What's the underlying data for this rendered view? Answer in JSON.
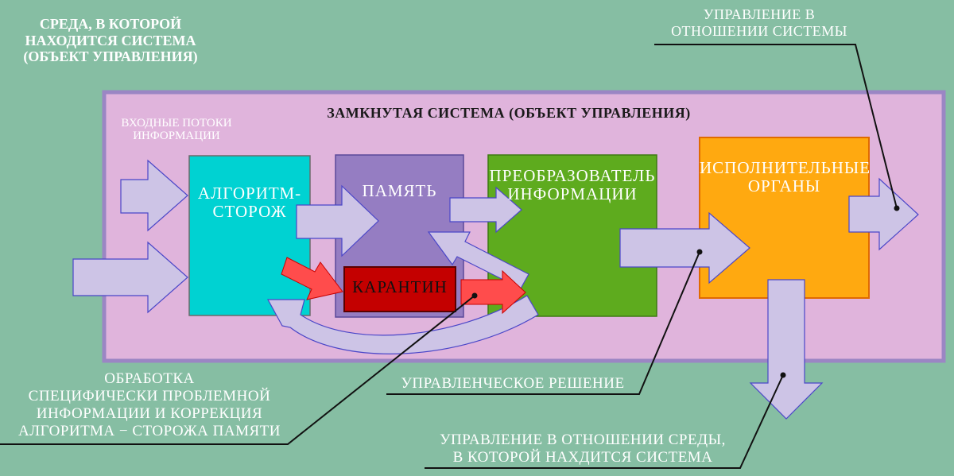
{
  "colors": {
    "background": "#86bea3",
    "system_fill": "#e0b4dc",
    "system_border": "#9b86c4",
    "guard_fill": "#00d2d2",
    "memory_fill": "#957dc2",
    "converter_fill": "#5eab1e",
    "executive_fill": "#ffa910",
    "quarantine_fill": "#c40000",
    "arrow_fill": "#cdc4e6",
    "arrow_stroke": "#4a46c8",
    "red_arrow_fill": "#ff4c4c"
  },
  "environment_label": "СРЕДА, В КОТОРОЙ\nНАХОДИТСЯ СИСТЕМА\n(ОБЪЕКТ УПРАВЛЕНИЯ)",
  "system_label": "ЗАМКНУТАЯ СИСТЕМА (ОБЪЕКТ УПРАВЛЕНИЯ)",
  "input_flows_label": "ВХОДНЫЕ ПОТОКИ\nИНФОРМАЦИИ",
  "blocks": {
    "guard": "АЛГОРИТМ-\nСТОРОЖ",
    "memory": "ПАМЯТЬ",
    "converter": "ПРЕОБРАЗОВАТЕЛЬ\nИНФОРМАЦИИ",
    "executive": "ИСПОЛНИТЕЛЬНЫЕ\nОРГАНЫ",
    "quarantine": "КАРАНТИН"
  },
  "callouts": {
    "control_system": "УПРАВЛЕНИЕ В\nОТНОШЕНИИ СИСТЕМЫ",
    "processing": "ОБРАБОТКА\nСПЕЦИФИЧЕСКИ ПРОБЛЕМНОЙ\nИНФОРМАЦИИ И КОРРЕКЦИЯ\nАЛГОРИТМА − СТОРОЖА ПАМЯТИ",
    "decision": "УПРАВЛЕНЧЕСКОЕ РЕШЕНИЕ",
    "control_environment": "УПРАВЛЕНИЕ В ОТНОШЕНИИ СРЕДЫ,\nВ КОТОРОЙ НАХДИТСЯ СИСТЕМА"
  }
}
